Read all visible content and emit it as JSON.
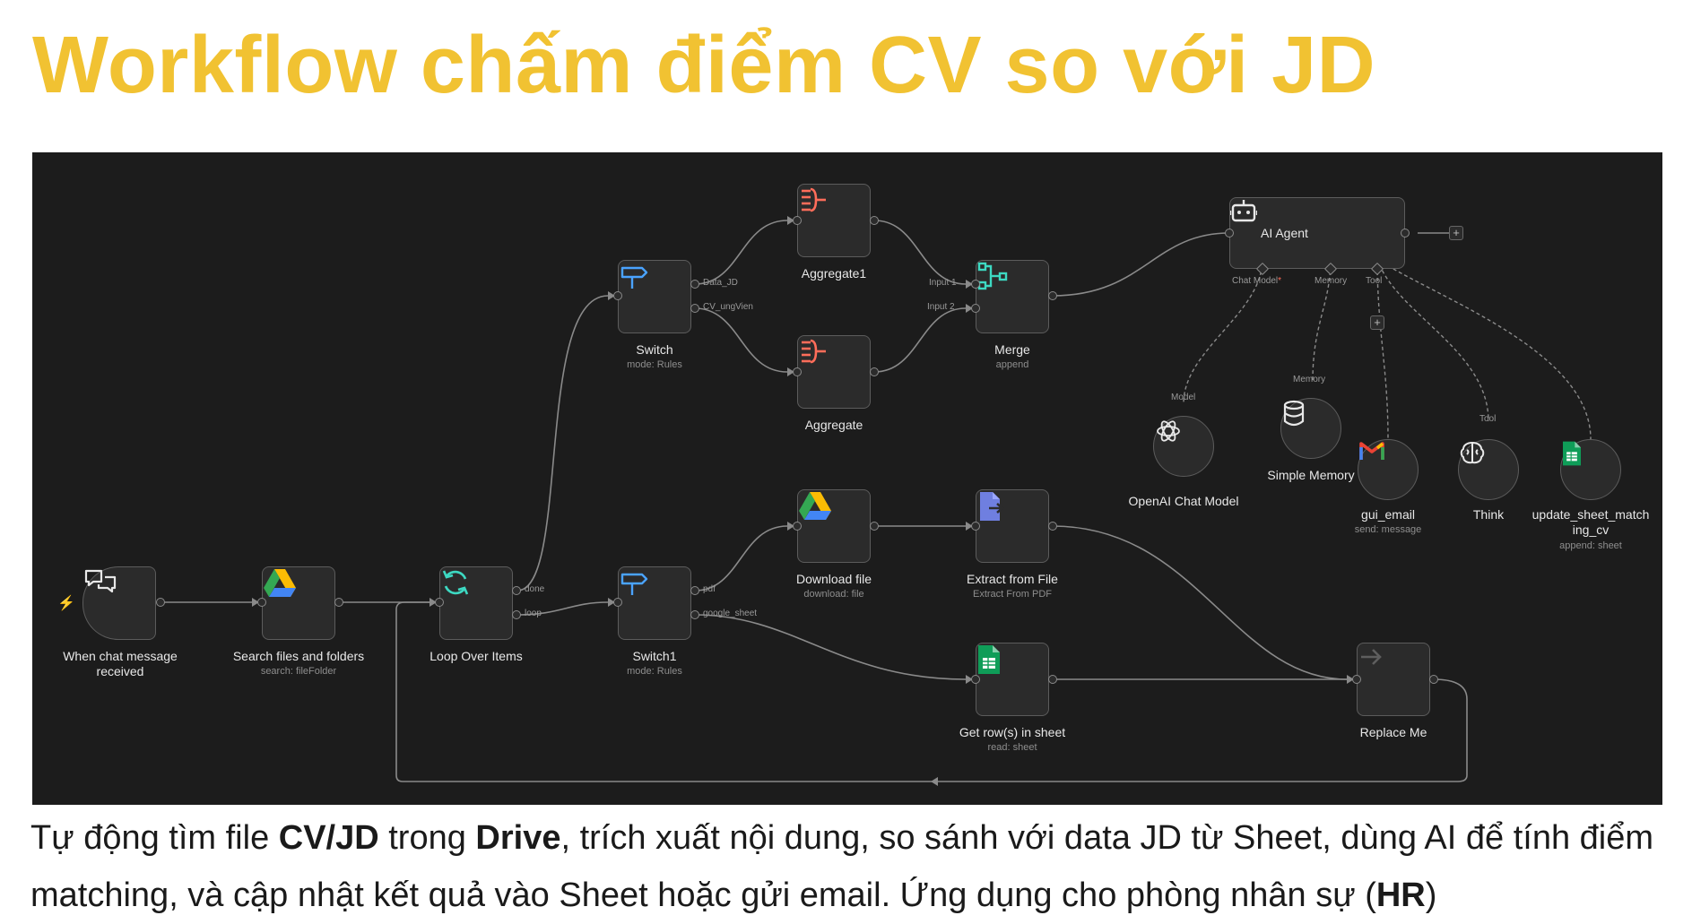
{
  "title": "Workflow chấm điểm CV so với JD",
  "canvas": {
    "nodes": {
      "trigger": {
        "label": "When chat message received",
        "icon": "chat-icon"
      },
      "search": {
        "label": "Search files and folders",
        "sub": "search: fileFolder",
        "icon": "google-drive-icon"
      },
      "loop": {
        "label": "Loop Over Items",
        "icon": "refresh-icon",
        "out_done": "done",
        "out_loop": "loop"
      },
      "switch": {
        "label": "Switch",
        "sub": "mode: Rules",
        "icon": "signpost-icon",
        "out1": "Data_JD",
        "out2": "CV_ungVien"
      },
      "switch1": {
        "label": "Switch1",
        "sub": "mode: Rules",
        "icon": "signpost-icon",
        "out1": "pdf",
        "out2": "google_sheet"
      },
      "aggregate1": {
        "label": "Aggregate1",
        "icon": "aggregate-icon"
      },
      "aggregate": {
        "label": "Aggregate",
        "icon": "aggregate-icon"
      },
      "merge": {
        "label": "Merge",
        "sub": "append",
        "icon": "merge-icon",
        "in1": "Input 1",
        "in2": "Input 2"
      },
      "download": {
        "label": "Download file",
        "sub": "download: file",
        "icon": "google-drive-icon"
      },
      "extract": {
        "label": "Extract from File",
        "sub": "Extract From PDF",
        "icon": "file-extract-icon"
      },
      "getrows": {
        "label": "Get row(s) in sheet",
        "sub": "read: sheet",
        "icon": "google-sheets-icon"
      },
      "replace": {
        "label": "Replace Me",
        "icon": "arrow-right-icon"
      },
      "agent": {
        "label": "AI Agent",
        "icon": "robot-icon",
        "p_chat": "Chat Model",
        "p_chat_star": "*",
        "p_memory": "Memory",
        "p_tool": "Tool"
      },
      "openai": {
        "label": "OpenAI Chat Model",
        "port": "Model",
        "icon": "openai-icon"
      },
      "memory": {
        "label": "Simple Memory",
        "port": "Memory",
        "icon": "database-icon"
      },
      "gmail": {
        "label": "gui_email",
        "sub": "send: message",
        "icon": "gmail-icon"
      },
      "think": {
        "label": "Think",
        "port": "Tool",
        "icon": "brain-icon"
      },
      "sheetupd": {
        "label": "update_sheet_match\ning_cv",
        "sub": "append: sheet",
        "icon": "google-sheets-icon"
      }
    },
    "plus": "+"
  },
  "caption": {
    "t1": "Tự động tìm file ",
    "b1": "CV/JD",
    "t2": " trong ",
    "b2": "Drive",
    "t3": ", trích xuất nội dung, so sánh với data JD từ Sheet, dùng AI để tính điểm matching, và cập nhật kết quả vào Sheet hoặc gửi email. Ứng dụng cho phòng nhân sự (",
    "b3": "HR",
    "t4": ")"
  },
  "colors": {
    "title": "#f1c232",
    "canvas": "#1c1c1c",
    "node": "#2b2b2b"
  }
}
